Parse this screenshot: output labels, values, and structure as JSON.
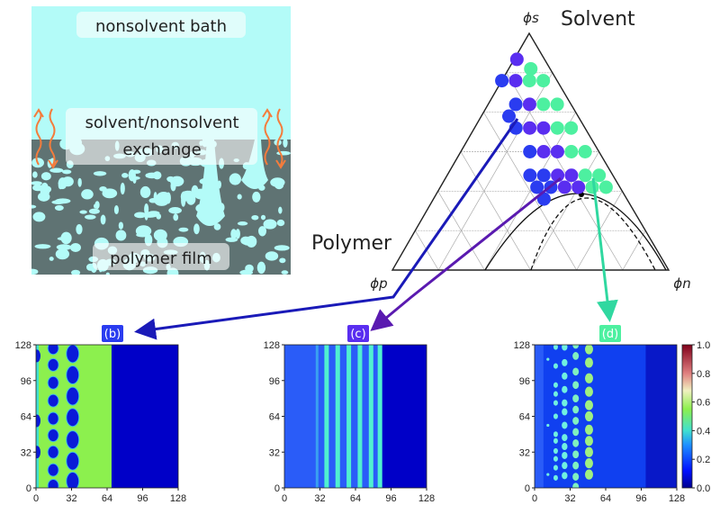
{
  "schematic": {
    "bath_label": "nonsolvent bath",
    "exchange_label_1": "solvent/nonsolvent",
    "exchange_label_2": "exchange",
    "film_label": "polymer film",
    "colors": {
      "bath": "#b3fbf8",
      "film": "#5f7373",
      "arrows": "#f47c3c"
    }
  },
  "ternary": {
    "solvent_label": "Solvent",
    "polymer_label": "Polymer",
    "phi_s": "ϕs",
    "phi_p": "ϕp",
    "phi_n": "ϕn",
    "class_colors": {
      "b": "#2a3cf0",
      "c": "#5a2ef0",
      "d": "#4df0a0"
    },
    "points_phi_s_phi_n_class": [
      [
        0.89,
        0.01,
        "c"
      ],
      [
        0.85,
        0.08,
        "d"
      ],
      [
        0.8,
        0.0,
        "b"
      ],
      [
        0.8,
        0.05,
        "c"
      ],
      [
        0.8,
        0.1,
        "d"
      ],
      [
        0.8,
        0.15,
        "d"
      ],
      [
        0.7,
        0.1,
        "b"
      ],
      [
        0.7,
        0.15,
        "c"
      ],
      [
        0.7,
        0.2,
        "d"
      ],
      [
        0.7,
        0.25,
        "d"
      ],
      [
        0.65,
        0.1,
        "b"
      ],
      [
        0.6,
        0.15,
        "b"
      ],
      [
        0.6,
        0.2,
        "c"
      ],
      [
        0.6,
        0.25,
        "c"
      ],
      [
        0.6,
        0.3,
        "d"
      ],
      [
        0.6,
        0.35,
        "d"
      ],
      [
        0.5,
        0.25,
        "b"
      ],
      [
        0.5,
        0.3,
        "c"
      ],
      [
        0.5,
        0.35,
        "c"
      ],
      [
        0.5,
        0.4,
        "d"
      ],
      [
        0.5,
        0.45,
        "d"
      ],
      [
        0.4,
        0.3,
        "b"
      ],
      [
        0.4,
        0.35,
        "b"
      ],
      [
        0.4,
        0.4,
        "c"
      ],
      [
        0.4,
        0.45,
        "c"
      ],
      [
        0.4,
        0.5,
        "d"
      ],
      [
        0.4,
        0.55,
        "d"
      ],
      [
        0.35,
        0.35,
        "b"
      ],
      [
        0.35,
        0.4,
        "b"
      ],
      [
        0.35,
        0.45,
        "c"
      ],
      [
        0.35,
        0.5,
        "c"
      ],
      [
        0.35,
        0.55,
        "d"
      ],
      [
        0.35,
        0.6,
        "d"
      ],
      [
        0.3,
        0.4,
        "b"
      ]
    ]
  },
  "panels": [
    {
      "label": "(b)",
      "color": "#2a3cf0"
    },
    {
      "label": "(c)",
      "color": "#5a2ef0"
    },
    {
      "label": "(d)",
      "color": "#4df0a0"
    }
  ],
  "axis_ticks": [
    "0",
    "32",
    "64",
    "96",
    "128"
  ],
  "colorbar_ticks": [
    "0.0",
    "0.2",
    "0.4",
    "0.6",
    "0.8",
    "1.0"
  ]
}
